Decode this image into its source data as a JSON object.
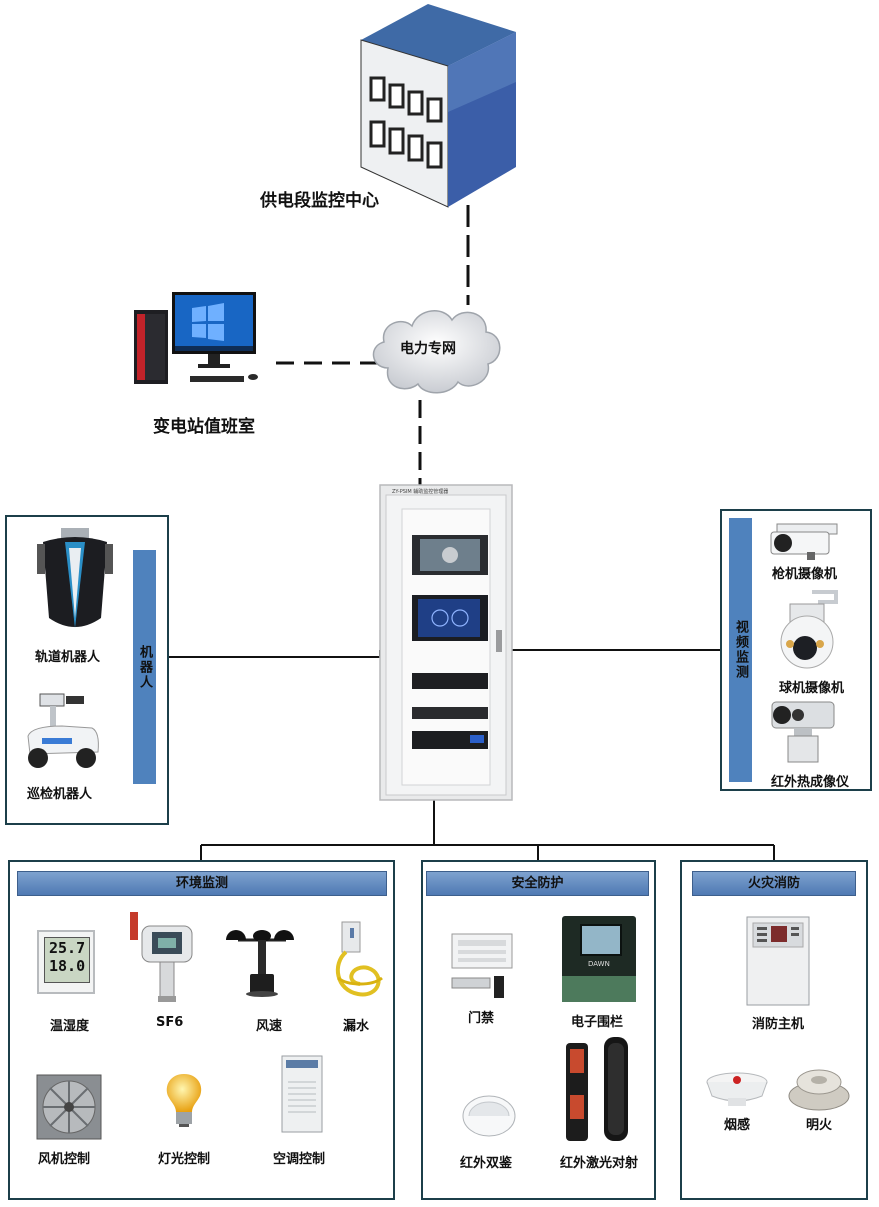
{
  "center": {
    "label": "供电段监控中心"
  },
  "network": {
    "label": "电力专网"
  },
  "duty_room": {
    "label": "变电站值班室"
  },
  "cabinet": {
    "label": "ZY-PSIM 辅助监控管理器"
  },
  "robot_group": {
    "title": "机器人",
    "items": [
      "轨道机器人",
      "巡检机器人"
    ]
  },
  "video_group": {
    "title": "视频监测",
    "items": [
      "枪机摄像机",
      "球机摄像机",
      "红外热成像仪"
    ]
  },
  "env_group": {
    "title": "环境监测",
    "items": [
      "温湿度",
      "SF6",
      "风速",
      "漏水",
      "风机控制",
      "灯光控制",
      "空调控制"
    ],
    "thermo_temp": "25.7",
    "thermo_hum": "18.0"
  },
  "security_group": {
    "title": "安全防护",
    "items": [
      "门禁",
      "电子围栏",
      "红外双鉴",
      "红外激光对射"
    ],
    "fence_brand": "DAWN"
  },
  "fire_group": {
    "title": "火灾消防",
    "items": [
      "消防主机",
      "烟感",
      "明火"
    ]
  }
}
